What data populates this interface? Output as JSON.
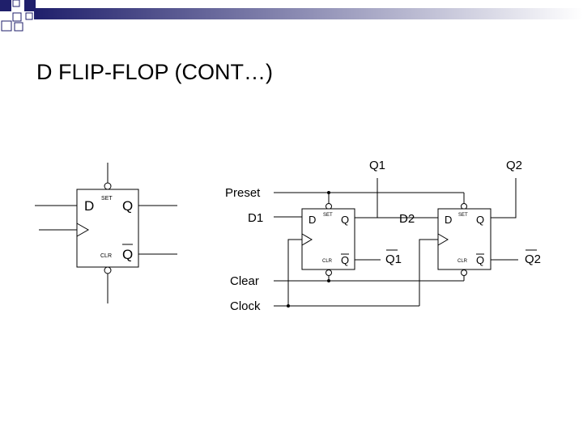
{
  "slide": {
    "title": "D FLIP-FLOP (CONT…)"
  },
  "single_ff": {
    "d": "D",
    "set": "SET",
    "q": "Q",
    "clr": "CLR",
    "qbar": "Q"
  },
  "ff1": {
    "d": "D",
    "set": "SET",
    "q": "Q",
    "clr": "CLR",
    "qbar": "Q"
  },
  "ff2": {
    "d": "D",
    "set": "SET",
    "q": "Q",
    "clr": "CLR",
    "qbar": "Q"
  },
  "signals": {
    "preset": "Preset",
    "d1": "D1",
    "clear": "Clear",
    "clock": "Clock",
    "q1": "Q1",
    "q2": "Q2",
    "d2": "D2",
    "q1bar": "Q1",
    "q2bar": "Q2"
  },
  "colors": {
    "bar_dark": "#1f1f6b",
    "bar_gradient_end": "#ffffff"
  }
}
